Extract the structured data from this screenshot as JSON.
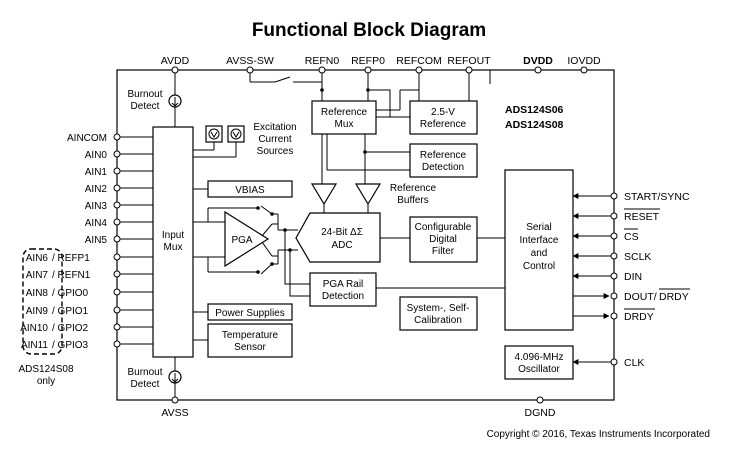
{
  "title": "Functional Block Diagram",
  "copyright": "Copyright © 2016, Texas Instruments Incorporated",
  "top_pins": {
    "avdd": "AVDD",
    "avss_sw": "AVSS-SW",
    "refn0": "REFN0",
    "refp0": "REFP0",
    "refcom": "REFCOM",
    "refout": "REFOUT",
    "dvdd": "DVDD",
    "iovdd": "IOVDD"
  },
  "bottom_pins": {
    "avss": "AVSS",
    "dgnd": "DGND"
  },
  "left_pins": {
    "ain_com": "AINCOM",
    "ain0": "AIN0",
    "ain1": "AIN1",
    "ain2": "AIN2",
    "ain3": "AIN3",
    "ain4": "AIN4",
    "ain5": "AIN5",
    "ain6": "AIN6",
    "refp1": "/ REFP1",
    "ain7": "AIN7",
    "refn1": "/ REFN1",
    "ain8": "AIN8",
    "gpio0": "/ GPIO0",
    "ain9": "AIN9",
    "gpio1": "/ GPIO1",
    "ain10": "AIN10",
    "gpio2": "/ GPIO2",
    "ain11": "AIN11",
    "gpio3": "/ GPIO3"
  },
  "ads124s08_only": [
    "ADS124S08",
    "only"
  ],
  "right_pins": {
    "start_sync": "START/SYNC",
    "reset": "RESET",
    "cs": "CS",
    "sclk": "SCLK",
    "din": "DIN",
    "dout": "DOUT/",
    "drdy_out": "DRDY",
    "drdy": "DRDY",
    "clk": "CLK"
  },
  "part_numbers": [
    "ADS124S06",
    "ADS124S08"
  ],
  "blocks": {
    "burnout_top": [
      "Burnout",
      "Detect"
    ],
    "burnout_bottom": [
      "Burnout",
      "Detect"
    ],
    "excitation": [
      "Excitation",
      "Current",
      "Sources"
    ],
    "input_mux": [
      "Input",
      "Mux"
    ],
    "vbias": "VBIAS",
    "pga": "PGA",
    "adc": [
      "24-Bit ΔΣ",
      "ADC"
    ],
    "digital_filter": [
      "Configurable",
      "Digital",
      "Filter"
    ],
    "reference_mux": [
      "Reference",
      "Mux"
    ],
    "voltage_reference": [
      "2.5-V",
      "Reference"
    ],
    "reference_detection": [
      "Reference",
      "Detection"
    ],
    "reference_buffers": [
      "Reference",
      "Buffers"
    ],
    "pga_rail_detection": [
      "PGA Rail",
      "Detection"
    ],
    "power_supplies": "Power Supplies",
    "temperature_sensor": [
      "Temperature",
      "Sensor"
    ],
    "calibration": [
      "System-, Self-",
      "Calibration"
    ],
    "serial_interface": [
      "Serial",
      "Interface",
      "and",
      "Control"
    ],
    "oscillator": [
      "4.096-MHz",
      "Oscillator"
    ]
  },
  "colors": {
    "line": "#000000",
    "background": "#ffffff"
  }
}
